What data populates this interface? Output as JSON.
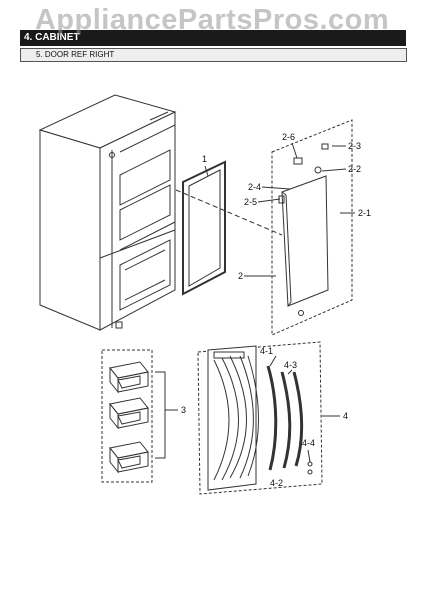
{
  "header": {
    "watermark": "AppliancePartsPros.com",
    "section_title": "4. CABINET",
    "subsection_title": "5. DOOR REF RIGHT"
  },
  "callouts": {
    "c1": "1",
    "c2": "2",
    "c2_1": "2-1",
    "c2_2": "2-2",
    "c2_3": "2-3",
    "c2_4": "2-4",
    "c2_5": "2-5",
    "c2_6": "2-6",
    "c3": "3",
    "c4": "4",
    "c4_1": "4-1",
    "c4_2": "4-2",
    "c4_3": "4-3",
    "c4_4": "4-4"
  }
}
